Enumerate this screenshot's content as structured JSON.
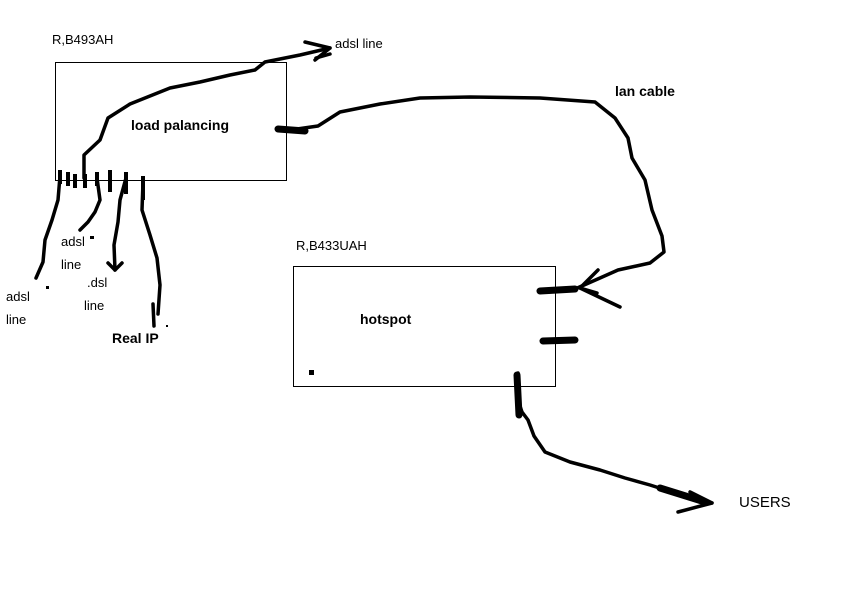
{
  "router1": {
    "model": "R,B493AH",
    "function": "load palancing"
  },
  "router2": {
    "model": "R,B433UAH",
    "function": "hotspot"
  },
  "labels": {
    "adsl_top": "adsl line",
    "lan_cable": "lan cable",
    "port1_a": "adsl",
    "port1_b": "line",
    "port2_a": "adsl",
    "port2_b": "line",
    "port3_a": ".dsl",
    "port3_b": "line",
    "real_ip": "Real IP",
    "users": "USERS"
  }
}
